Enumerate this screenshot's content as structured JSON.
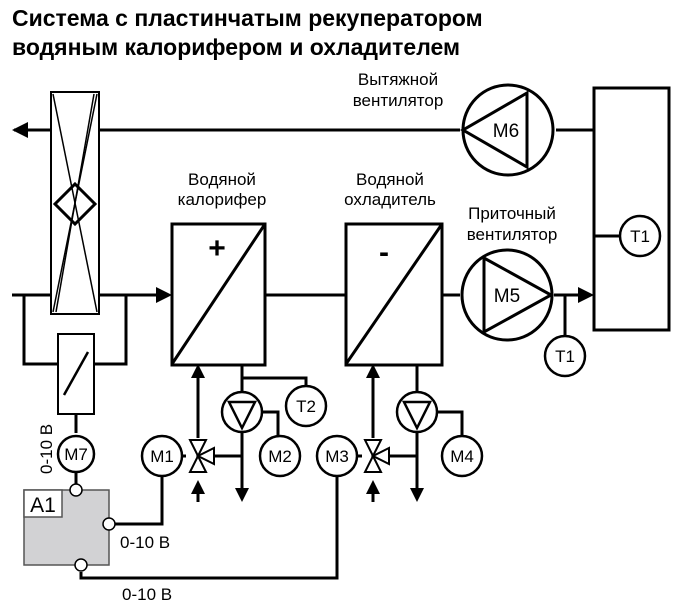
{
  "title": {
    "line1": "Система с пластинчатым рекуператором",
    "line2": "водяным калорифером и охладителем"
  },
  "labels": {
    "exhaust_fan": [
      "Вытяжной",
      "вентилятор"
    ],
    "heater": [
      "Водяной",
      "калорифер"
    ],
    "cooler": [
      "Водяной",
      "охладитель"
    ],
    "supply_fan": [
      "Приточный",
      "вентилятор"
    ],
    "heater_sign": "+",
    "cooler_sign": "-"
  },
  "components": {
    "exhaust_fan_motor": "M6",
    "supply_fan_motor": "M5",
    "room_sensor": "T1",
    "duct_sensor": "T1",
    "heater_valve_actuator": "M1",
    "heater_pump": "M2",
    "heater_return_sensor": "T2",
    "cooler_valve_actuator": "M3",
    "cooler_pump": "M4",
    "bypass_damper_actuator": "M7",
    "controller": "A1"
  },
  "signals": {
    "m7_signal": "0-10 В",
    "m1_signal": "0-10 В",
    "m3_signal": "0-10 В"
  }
}
